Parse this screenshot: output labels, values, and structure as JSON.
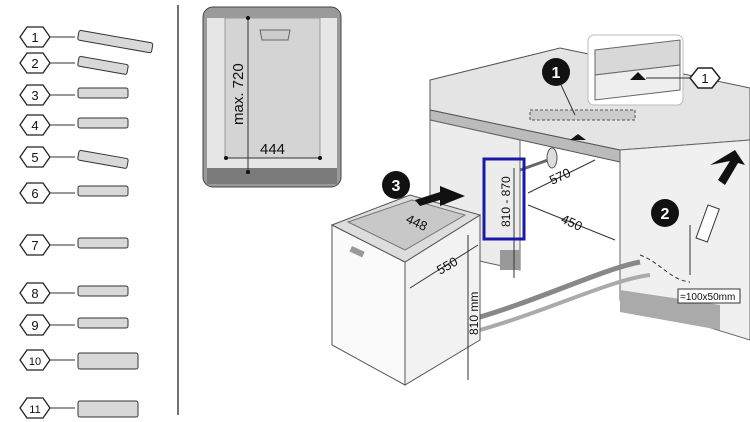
{
  "parts_list": {
    "items": [
      {
        "number": "1"
      },
      {
        "number": "2"
      },
      {
        "number": "3"
      },
      {
        "number": "4"
      },
      {
        "number": "5"
      },
      {
        "number": "6"
      },
      {
        "number": "7"
      },
      {
        "number": "8"
      },
      {
        "number": "9"
      },
      {
        "number": "10"
      },
      {
        "number": "11"
      }
    ]
  },
  "front_panel": {
    "height_label": "max. 720",
    "width_label": "444"
  },
  "installation": {
    "step_1": "1",
    "step_2": "2",
    "step_3": "3",
    "detail_callout": "1",
    "top_width": "448",
    "depth_label": "550",
    "height_label": "810 mm",
    "niche_height_range": "810 - 870",
    "niche_depth": "570",
    "niche_width": "450",
    "opening_size": "=100x50mm"
  },
  "colors": {
    "highlight_box": "#1a1aa8",
    "panel_fill": "#d4d4d4",
    "panel_base": "#7a7a7a",
    "step_marker": "#111111"
  }
}
